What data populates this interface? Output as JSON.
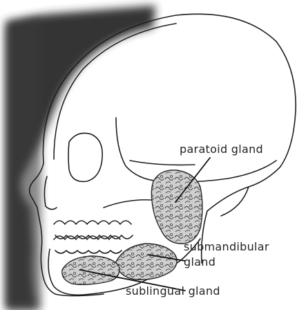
{
  "labels": {
    "parotid": "paratoid gland",
    "submandibular_line1": "submandibular",
    "submandibular_line2": "gland",
    "sublingual": "sublingual gland"
  },
  "colors": {
    "background": "#ffffff",
    "shadow": "#2a2a2a",
    "outline": "#1e1e1e",
    "gland_fill": "#c9c9c9",
    "gland_texture": "#555555",
    "leader_line": "#111111"
  }
}
